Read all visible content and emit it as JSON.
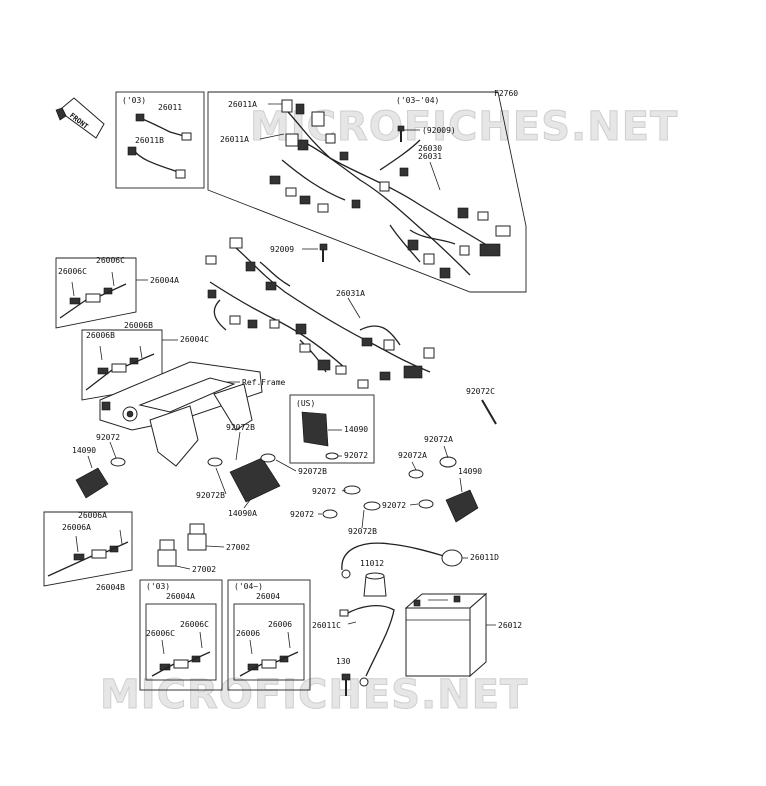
{
  "figure_code": "F2760",
  "front_label": "FRONT",
  "watermark": "MICROFICHES.NET",
  "groups": {
    "g03_top": "('03)",
    "g0304": "('03~'04)",
    "us": "(US)",
    "b03": "('03)",
    "b04": "('04~)"
  },
  "labels": {
    "p26011": "26011",
    "p26011B": "26011B",
    "p26011A_1": "26011A",
    "p26011A_2": "26011A",
    "p92009_paren": "(92009)",
    "p26030": "26030",
    "p26031": "26031",
    "p92009": "92009",
    "p26031A": "26031A",
    "p26006C_1": "26006C",
    "p26006C_2": "26006C",
    "p26004A_1": "26004A",
    "p26006B_1": "26006B",
    "p26006B_2": "26006B",
    "p26004C": "26004C",
    "ref_frame": "Ref.Frame",
    "p92072C": "92072C",
    "p92072_1": "92072",
    "p14090_1": "14090",
    "p92072B_1": "92072B",
    "p14090_2": "14090",
    "p92072_2": "92072",
    "p92072A_1": "92072A",
    "p92072A_2": "92072A",
    "p14090_3": "14090",
    "p92072B_2": "92072B",
    "p92072_3": "92072",
    "p92072B_3": "92072B",
    "p14090A": "14090A",
    "p92072_4": "92072",
    "p92072_5": "92072",
    "p92072B_4": "92072B",
    "p26006A_1": "26006A",
    "p26006A_2": "26006A",
    "p27002_1": "27002",
    "p27002_2": "27002",
    "p26004B": "26004B",
    "p11012": "11012",
    "p26011D": "26011D",
    "p26004A_2": "26004A",
    "p26006C_3": "26006C",
    "p26006C_4": "26006C",
    "p26004": "26004",
    "p26006_1": "26006",
    "p26006_2": "26006",
    "p26011C": "26011C",
    "p26012": "26012",
    "p130": "130"
  }
}
